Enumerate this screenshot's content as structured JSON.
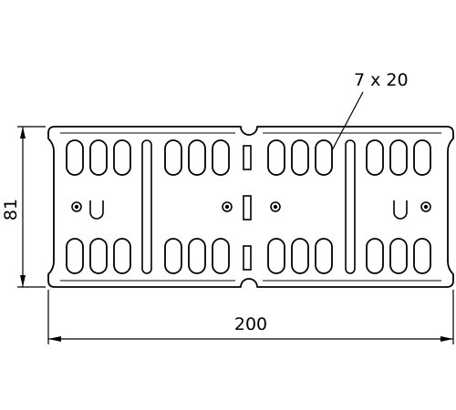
{
  "drawing": {
    "slot_callout": "7 x 20",
    "height_dimension": "81",
    "width_dimension": "200"
  }
}
